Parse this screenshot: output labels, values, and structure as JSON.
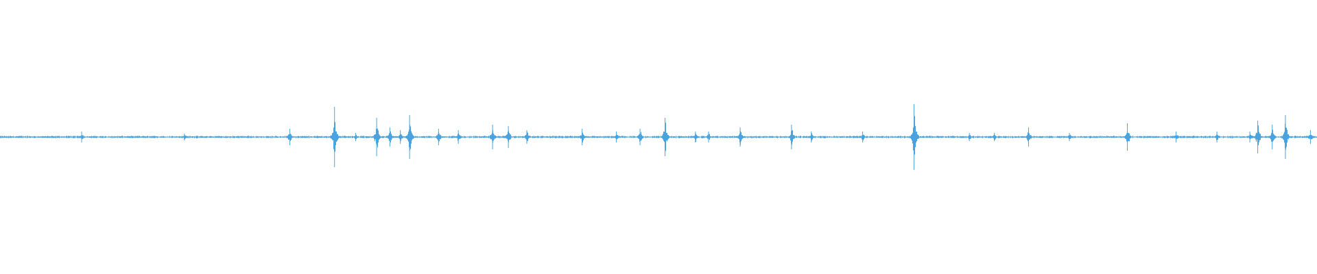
{
  "waveform": {
    "color": "#4aa3df",
    "background": "#ffffff"
  },
  "chart_data": {
    "type": "line",
    "title": "",
    "xlabel": "",
    "ylabel": "",
    "ylim": [
      -1,
      1
    ],
    "x_range": [
      0,
      1
    ],
    "axes_visible": false,
    "grid": false,
    "baseline_amplitude": 0.01,
    "series": [
      {
        "values_description_free": true,
        "events": [
          {
            "x": 0.062,
            "amp": 0.04
          },
          {
            "x": 0.14,
            "amp": 0.025
          },
          {
            "x": 0.22,
            "amp": 0.06
          },
          {
            "x": 0.254,
            "amp": 0.22
          },
          {
            "x": 0.27,
            "amp": 0.03
          },
          {
            "x": 0.286,
            "amp": 0.14
          },
          {
            "x": 0.296,
            "amp": 0.07
          },
          {
            "x": 0.304,
            "amp": 0.05
          },
          {
            "x": 0.311,
            "amp": 0.16
          },
          {
            "x": 0.333,
            "amp": 0.06
          },
          {
            "x": 0.348,
            "amp": 0.05
          },
          {
            "x": 0.374,
            "amp": 0.09
          },
          {
            "x": 0.386,
            "amp": 0.08
          },
          {
            "x": 0.4,
            "amp": 0.05
          },
          {
            "x": 0.442,
            "amp": 0.06
          },
          {
            "x": 0.468,
            "amp": 0.04
          },
          {
            "x": 0.486,
            "amp": 0.06
          },
          {
            "x": 0.505,
            "amp": 0.14
          },
          {
            "x": 0.528,
            "amp": 0.04
          },
          {
            "x": 0.538,
            "amp": 0.04
          },
          {
            "x": 0.562,
            "amp": 0.07
          },
          {
            "x": 0.601,
            "amp": 0.09
          },
          {
            "x": 0.616,
            "amp": 0.04
          },
          {
            "x": 0.655,
            "amp": 0.04
          },
          {
            "x": 0.694,
            "amp": 0.24
          },
          {
            "x": 0.736,
            "amp": 0.03
          },
          {
            "x": 0.755,
            "amp": 0.03
          },
          {
            "x": 0.781,
            "amp": 0.07
          },
          {
            "x": 0.812,
            "amp": 0.03
          },
          {
            "x": 0.856,
            "amp": 0.1
          },
          {
            "x": 0.893,
            "amp": 0.04
          },
          {
            "x": 0.924,
            "amp": 0.04
          },
          {
            "x": 0.949,
            "amp": 0.04
          },
          {
            "x": 0.955,
            "amp": 0.12
          },
          {
            "x": 0.966,
            "amp": 0.09
          },
          {
            "x": 0.976,
            "amp": 0.16
          },
          {
            "x": 0.995,
            "amp": 0.05
          }
        ]
      }
    ]
  }
}
